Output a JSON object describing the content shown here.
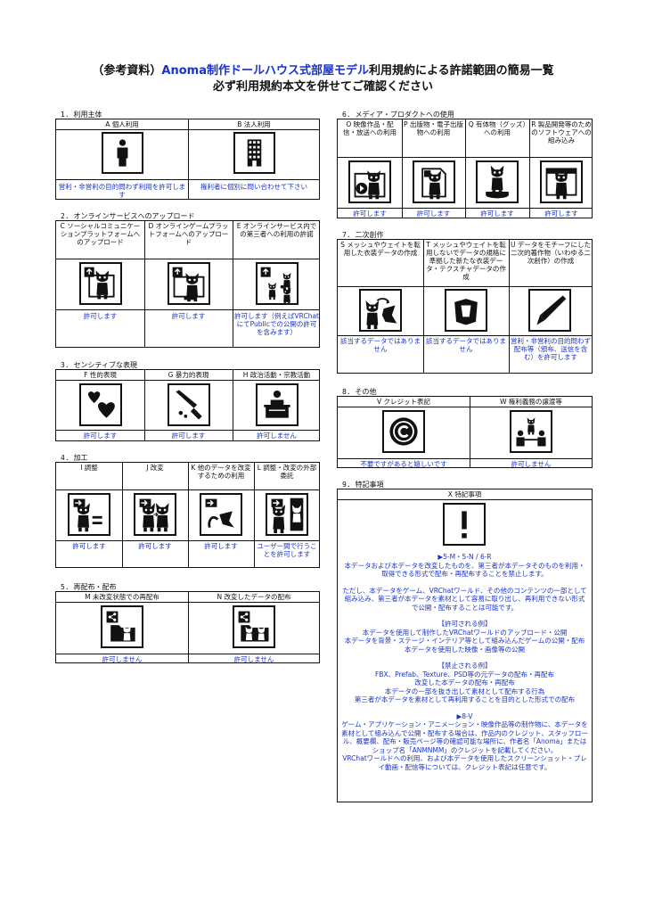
{
  "title": {
    "line1_prefix": "（参考資料）",
    "line1_highlight": "Anoma制作ドールハウス式部屋モデル",
    "line1_suffix": "利用規約による許諾範囲の簡易一覧",
    "line2": "必ず利用規約本文を併せてご確認ください"
  },
  "sections": {
    "s1": {
      "heading": "1. 利用主体",
      "cells": [
        {
          "head": "A 個人利用",
          "text": "営利・非営利の目的問わず利用を許可します",
          "icon": "person-icon"
        },
        {
          "head": "B 法人利用",
          "text": "権利者に個別に問い合わせて下さい",
          "icon": "building-icon"
        }
      ]
    },
    "s2": {
      "heading": "2. オンラインサービスへのアップロード",
      "cells": [
        {
          "head": "C ソーシャルコミュニケーションプラットフォームへのアップロード",
          "text": "許可します",
          "icon": "upload-social-icon"
        },
        {
          "head": "D オンラインゲームプラットフォームへのアップロード",
          "text": "許可します",
          "icon": "upload-game-icon"
        },
        {
          "head": "E オンラインサービス内での第三者への利用の許諾",
          "text": "許可します（例えばVRChatにてPublicでの公開の許可を含みます）",
          "icon": "share-third-party-icon"
        }
      ]
    },
    "s3": {
      "heading": "3. センシティブな表現",
      "cells": [
        {
          "head": "F 性的表現",
          "text": "許可します",
          "icon": "hearts-icon"
        },
        {
          "head": "G 暴力的表現",
          "text": "許可します",
          "icon": "knife-icon"
        },
        {
          "head": "H 政治活動・宗教活動",
          "text": "許可しません",
          "icon": "podium-icon"
        }
      ]
    },
    "s4": {
      "heading": "4. 加工",
      "cells": [
        {
          "head": "I 調整",
          "text": "許可します",
          "icon": "adjust-icon"
        },
        {
          "head": "J 改変",
          "text": "許可します",
          "icon": "modify-icon"
        },
        {
          "head": "K 他のデータを改変するための利用",
          "text": "許可します",
          "icon": "modify-other-icon"
        },
        {
          "head": "L 調整・改変の外部委託",
          "text": "ユーザー間で行うことを許可します",
          "icon": "outsource-icon"
        }
      ]
    },
    "s5": {
      "heading": "5. 再配布・配布",
      "cells": [
        {
          "head": "M 未改変状態での再配布",
          "text": "許可しません",
          "icon": "redistribute-icon"
        },
        {
          "head": "N 改変したデータの配布",
          "text": "許可しません",
          "icon": "distribute-modified-icon"
        }
      ]
    },
    "s6": {
      "heading": "6. メディア・プロダクトへの使用",
      "cells": [
        {
          "head": "O 映像作品・配信・放送への利用",
          "text": "許可します",
          "icon": "video-icon"
        },
        {
          "head": "P 出版物・電子出版物への利用",
          "text": "許可します",
          "icon": "publication-icon"
        },
        {
          "head": "Q 有体物（グッズ）への利用",
          "text": "許可します",
          "icon": "figure-icon"
        },
        {
          "head": "R 製品開発等のためのソフトウェアへの組み込み",
          "text": "許可します",
          "icon": "software-icon"
        }
      ]
    },
    "s7": {
      "heading": "7. 二次創作",
      "cells": [
        {
          "head": "S メッシュやウェイトを転用した衣装データの作成",
          "text": "該当するデータではありません",
          "icon": "mesh-reuse-icon"
        },
        {
          "head": "T メッシュやウェイトを転用しないでデータの規格に準拠した新たな衣装データ・テクスチャデータの作成",
          "text": "該当するデータではありません",
          "icon": "new-costume-icon"
        },
        {
          "head": "U データをモチーフにした二次的著作物（いわゆる二次創作）の作成",
          "text": "営利・非営利の目的問わず配布等（頒布、送信を含む）を許可します",
          "icon": "pen-icon"
        }
      ]
    },
    "s8": {
      "heading": "8. その他",
      "cells": [
        {
          "head": "V クレジット表記",
          "text": "不要ですがあると嬉しいです",
          "icon": "copyright-icon"
        },
        {
          "head": "W 権利義務の譲渡等",
          "text": "許可しません",
          "icon": "transfer-icon"
        }
      ]
    },
    "s9": {
      "heading": "9. 特記事項",
      "head": "X 特記事項",
      "icon": "exclamation-icon",
      "paragraphs": [
        "▶5-M・5-N / 6-R",
        "本データおよび本データを改変したものを、第三者が本データそのものを利用・取得できる形式で配布・再配布することを禁止します。",
        "",
        "ただし、本データをゲーム、VRChatワールド、その他のコンテンツの一部として組み込み、第三者が本データを素材として容易に取り出し、再利用できない形式で公開・配布することは可能です。",
        "",
        "【許可される例】",
        "本データを使用して制作したVRChatワールドのアップロード・公開",
        "本データを背景・ステージ・インテリア等として組み込んだゲームの公開・配布",
        "本データを使用した映像・画像等の公開",
        "",
        "【禁止される例】",
        "FBX、Prefab、Texture、PSD等の元データの配布・再配布",
        "改変した本データの配布・再配布",
        "本データの一部を抜き出して素材として配布する行為",
        "第三者が本データを素材として再利用することを目的とした形式での配布",
        "",
        "▶8-V",
        "ゲーム・アプリケーション・アニメーション・映像作品等の制作物に、本データを素材として組み込んで公開・配布する場合は、作品内のクレジット、スタッフロール、概要欄、配布・販売ページ等の確認可能な場所に、作者名「Anoma」またはショップ名「ANMNMM」のクレジットを記載してください。",
        "VRChatワールドへの利用、および本データを使用したスクリーンショット・プレイ動画・配信等については、クレジット表記は任意です。"
      ]
    }
  }
}
